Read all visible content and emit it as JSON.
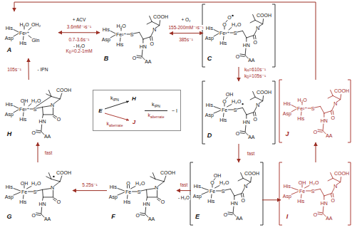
{
  "diagram": {
    "nodes": [
      {
        "text": [
          "A",
          "H₂O",
          "His",
          "Asp",
          "His",
          "Fe²⁺",
          "OH₂",
          "Gln"
        ]
      },
      {
        "text": [
          "B",
          "H₂O",
          "His",
          "Asp",
          "His",
          "Fe²⁺",
          "S",
          "COOH",
          "N",
          "O",
          "HN",
          "O",
          "AA"
        ]
      },
      {
        "text": [
          "C",
          "O",
          "O",
          "H₂O",
          "His",
          "Asp",
          "His",
          "Fe³⁺",
          "S",
          "COOH",
          "N",
          "O",
          "HN",
          "O",
          "AA"
        ]
      },
      {
        "text": [
          "D",
          "O",
          "OH",
          "H₂O",
          "His",
          "Asp",
          "His",
          "Fe",
          "S",
          "COOH",
          "N",
          "O",
          "HN",
          "O",
          "AA"
        ]
      },
      {
        "text": [
          "E",
          "O",
          "OH",
          "H₂O",
          "His",
          "Asp",
          "His",
          "Fe",
          "S",
          "COOH",
          "N",
          "O",
          "HN",
          "O",
          "AA"
        ]
      },
      {
        "text": [
          "F",
          "O",
          "H₂O",
          "His",
          "Asp",
          "His",
          "Fe",
          "S",
          "N",
          "COOH",
          "O",
          "HN",
          "O",
          "AA"
        ]
      },
      {
        "text": [
          "G",
          "OH",
          "H₂O",
          "His",
          "Asp",
          "His",
          "Fe",
          "S",
          "N",
          "COOH",
          "O",
          "HN",
          "O",
          "AA"
        ]
      },
      {
        "text": [
          "H",
          "OH",
          "H₂O",
          "His",
          "Asp",
          "His",
          "Fe²⁺",
          "S",
          "N",
          "COOH",
          "O",
          "HN",
          "O",
          "AA"
        ]
      },
      {
        "text": [
          "E",
          "kIPN",
          "H",
          "kalternate",
          "J",
          "kIPN",
          "kalternate",
          "~ I"
        ]
      },
      {
        "text": [
          "J",
          "H₂O",
          "His",
          "Asp",
          "His",
          "Fe²⁺",
          "S",
          "COOH",
          "N",
          "O",
          "HN",
          "O",
          "AA"
        ]
      },
      {
        "text": [
          "I",
          "OH",
          "H₂O",
          "His",
          "Asp",
          "His",
          "Fe",
          "S",
          "COOH",
          "N",
          "O",
          "HN",
          "O",
          "AA"
        ]
      }
    ],
    "edges": [
      {
        "from": 0,
        "to": 1,
        "label": "+ ACV",
        "arrow": "both"
      },
      {
        "from": 1,
        "to": 2,
        "label": "+ O₂",
        "arrow": "both"
      },
      {
        "from": 2,
        "to": 3,
        "label": "kH=610s⁻¹",
        "arrow": "to"
      },
      {
        "from": 3,
        "to": 4,
        "label": "fast",
        "arrow": "to"
      },
      {
        "from": 4,
        "to": 5,
        "label": "fast",
        "arrow": "to"
      },
      {
        "from": 5,
        "to": 6,
        "label": "5.25s⁻¹",
        "arrow": "to"
      },
      {
        "from": 6,
        "to": 7,
        "label": "fast",
        "arrow": "to"
      },
      {
        "from": 7,
        "to": 0,
        "label": "105s⁻¹",
        "arrow": "to"
      },
      {
        "from": 4,
        "to": 10,
        "arrow": "to"
      },
      {
        "from": 10,
        "to": 9,
        "arrow": "to"
      },
      {
        "from": 9,
        "to": 0,
        "arrow": "to"
      }
    ],
    "labels": [
      "3.6mM⁻¹s⁻¹",
      "0.7-3.6s⁻¹",
      "- H₂O",
      "KD=0.2-1mM",
      "155-200mM⁻¹s⁻¹",
      "385s⁻¹",
      "kD=105s⁻¹",
      "- H₂O",
      "- IPN"
    ]
  }
}
